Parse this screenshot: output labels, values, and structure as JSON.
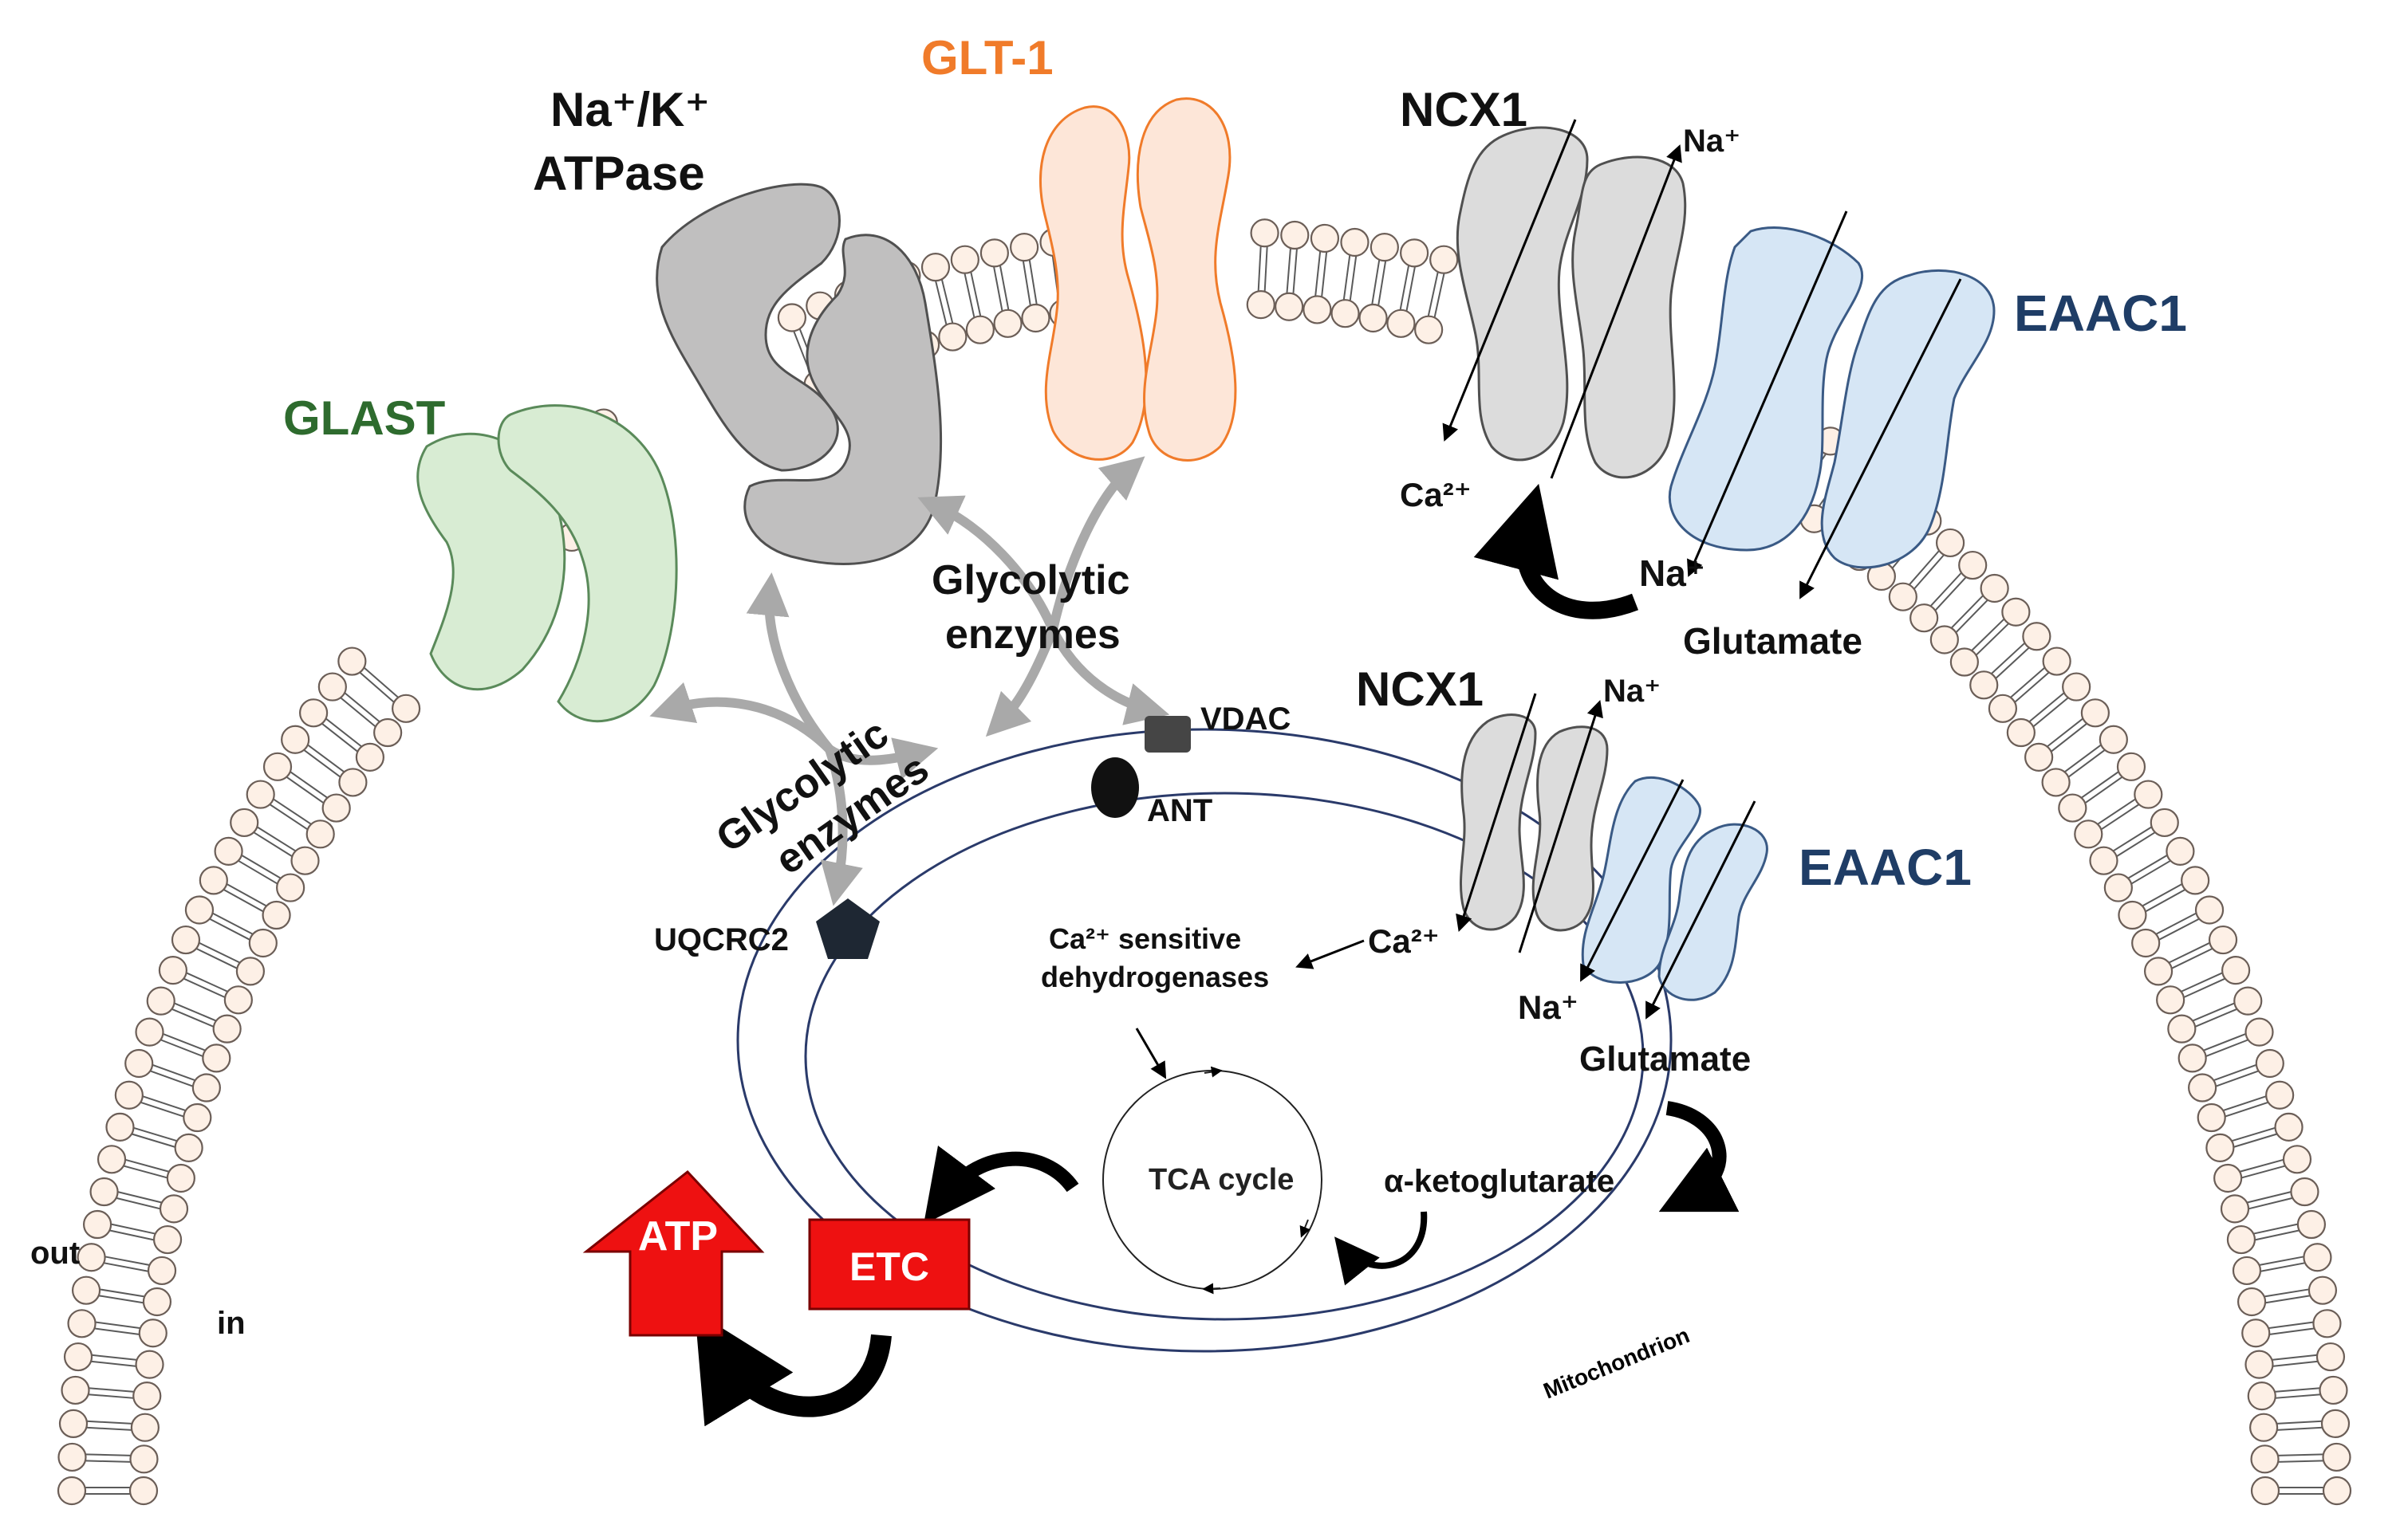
{
  "membrane": {
    "out_label": "out",
    "in_label": "in"
  },
  "transporters": {
    "glast": {
      "label": "GLAST",
      "color": "#2e6b2e",
      "fill": "#d8ecd3"
    },
    "nak_atpase": {
      "label_line1": "Na⁺/K⁺",
      "label_line2": "ATPase",
      "fill": "#bdbdbd"
    },
    "glt1": {
      "label": "GLT-1",
      "color": "#f07b2a",
      "fill": "#fde6d8"
    },
    "ncx1_plasma": {
      "label": "NCX1",
      "fill": "#dcdcdc",
      "na_label": "Na⁺",
      "ca_label": "Ca²⁺"
    },
    "eaac1_plasma": {
      "label": "EAAC1",
      "color": "#1f3d66",
      "fill": "#d6e6f5",
      "na_label": "Na⁺",
      "glutamate_label": "Glutamate"
    }
  },
  "glycolytic": {
    "label1_line1": "Glycolytic",
    "label1_line2": "enzymes",
    "label2_line1": "Glycolytic",
    "label2_line2": "enzymes"
  },
  "mitochondrion": {
    "label": "Mitochondrion",
    "vdac_label": "VDAC",
    "ant_label": "ANT",
    "uqcrc2_label": "UQCRC2",
    "ncx1_label": "NCX1",
    "ncx1_na_label": "Na⁺",
    "ncx1_ca_label": "Ca²⁺",
    "eaac1_label": "EAAC1",
    "eaac1_na_label": "Na⁺",
    "glutamate_label": "Glutamate",
    "akg_label": "α-ketoglutarate",
    "ca_dehydro_line1": "Ca²⁺ sensitive",
    "ca_dehydro_line2": "dehydrogenases",
    "tca_label": "TCA cycle",
    "etc_label": "ETC",
    "atp_label": "ATP"
  },
  "colors": {
    "red": "#ee1111",
    "outline": "#2a3a6a",
    "gray_arrow": "#a9a9a9",
    "black": "#000000"
  }
}
